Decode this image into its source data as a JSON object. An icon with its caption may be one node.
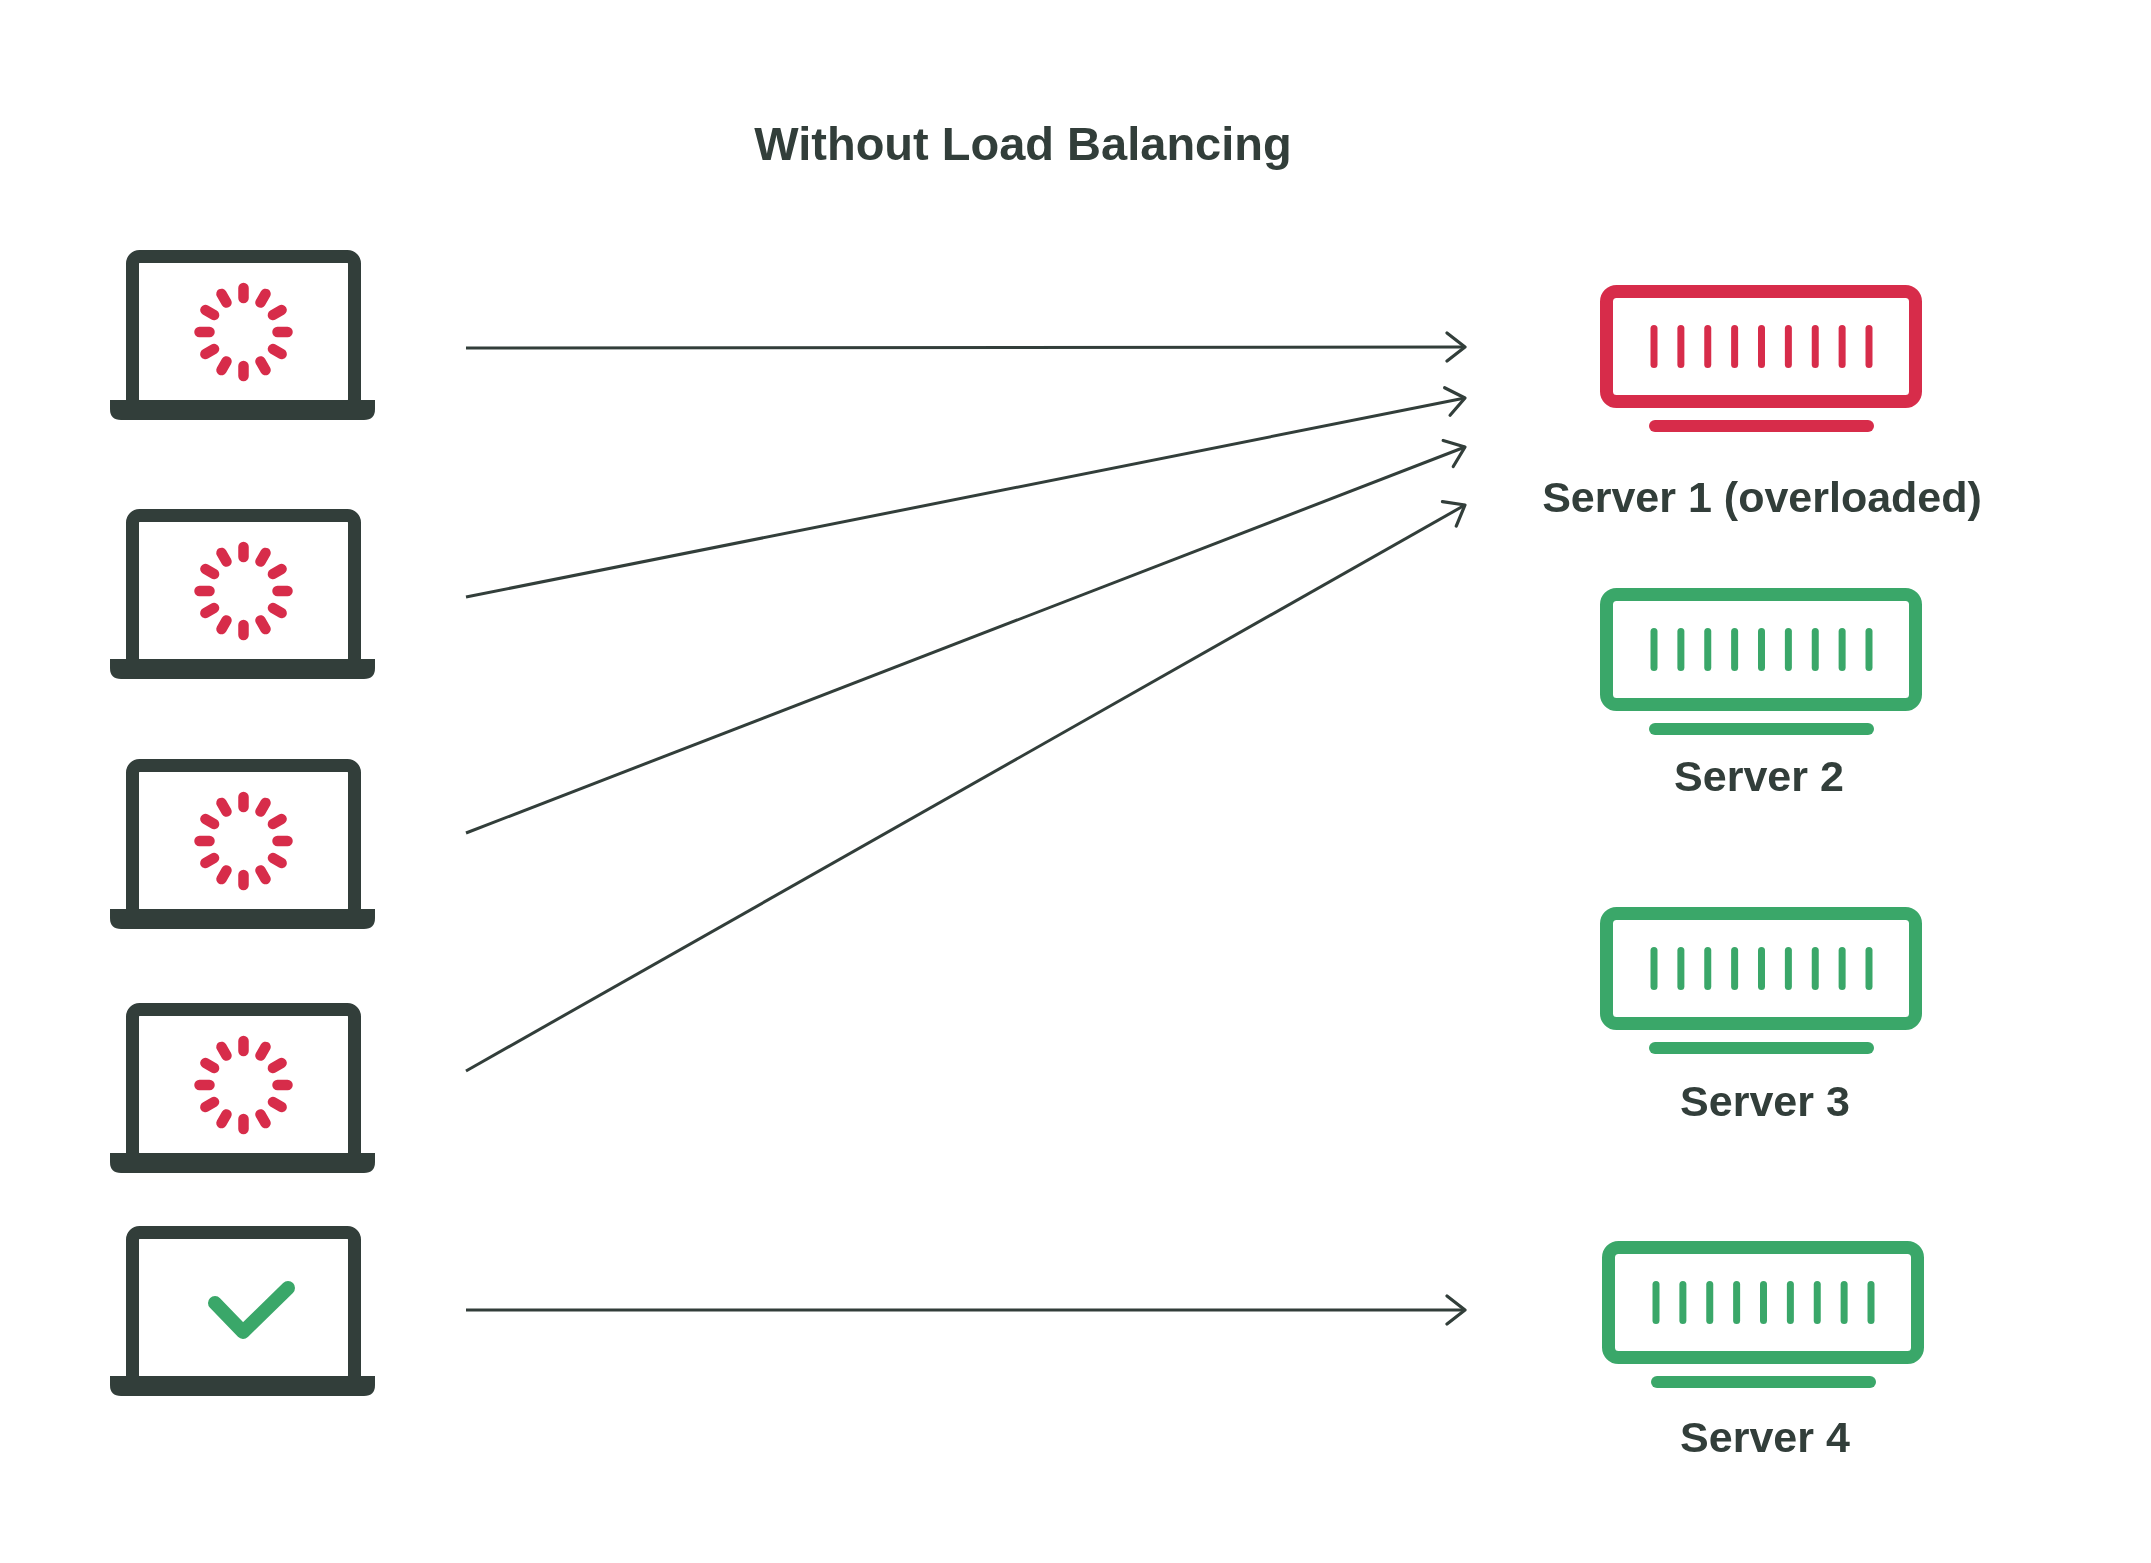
{
  "diagram": {
    "title": "Without Load Balancing",
    "nodes": [
      {
        "text": [],
        "shape": "picture"
      },
      {
        "text": [],
        "shape": "picture"
      },
      {
        "text": [],
        "shape": "picture"
      },
      {
        "text": [],
        "shape": "picture"
      },
      {
        "text": [],
        "shape": "picture"
      },
      {
        "text": [
          "Server 1 (overloaded)"
        ]
      },
      {
        "text": [
          "Server 2"
        ]
      },
      {
        "text": [
          "Server 3"
        ]
      },
      {
        "text": [
          "Server 4"
        ]
      }
    ],
    "edges": [
      {
        "from": 0,
        "to": 5,
        "arrow": "to"
      },
      {
        "from": 1,
        "to": 5,
        "arrow": "to"
      },
      {
        "from": 2,
        "to": 5,
        "arrow": "to"
      },
      {
        "from": 3,
        "to": 5,
        "arrow": "to"
      },
      {
        "from": 4,
        "to": 8,
        "arrow": "to"
      }
    ]
  }
}
